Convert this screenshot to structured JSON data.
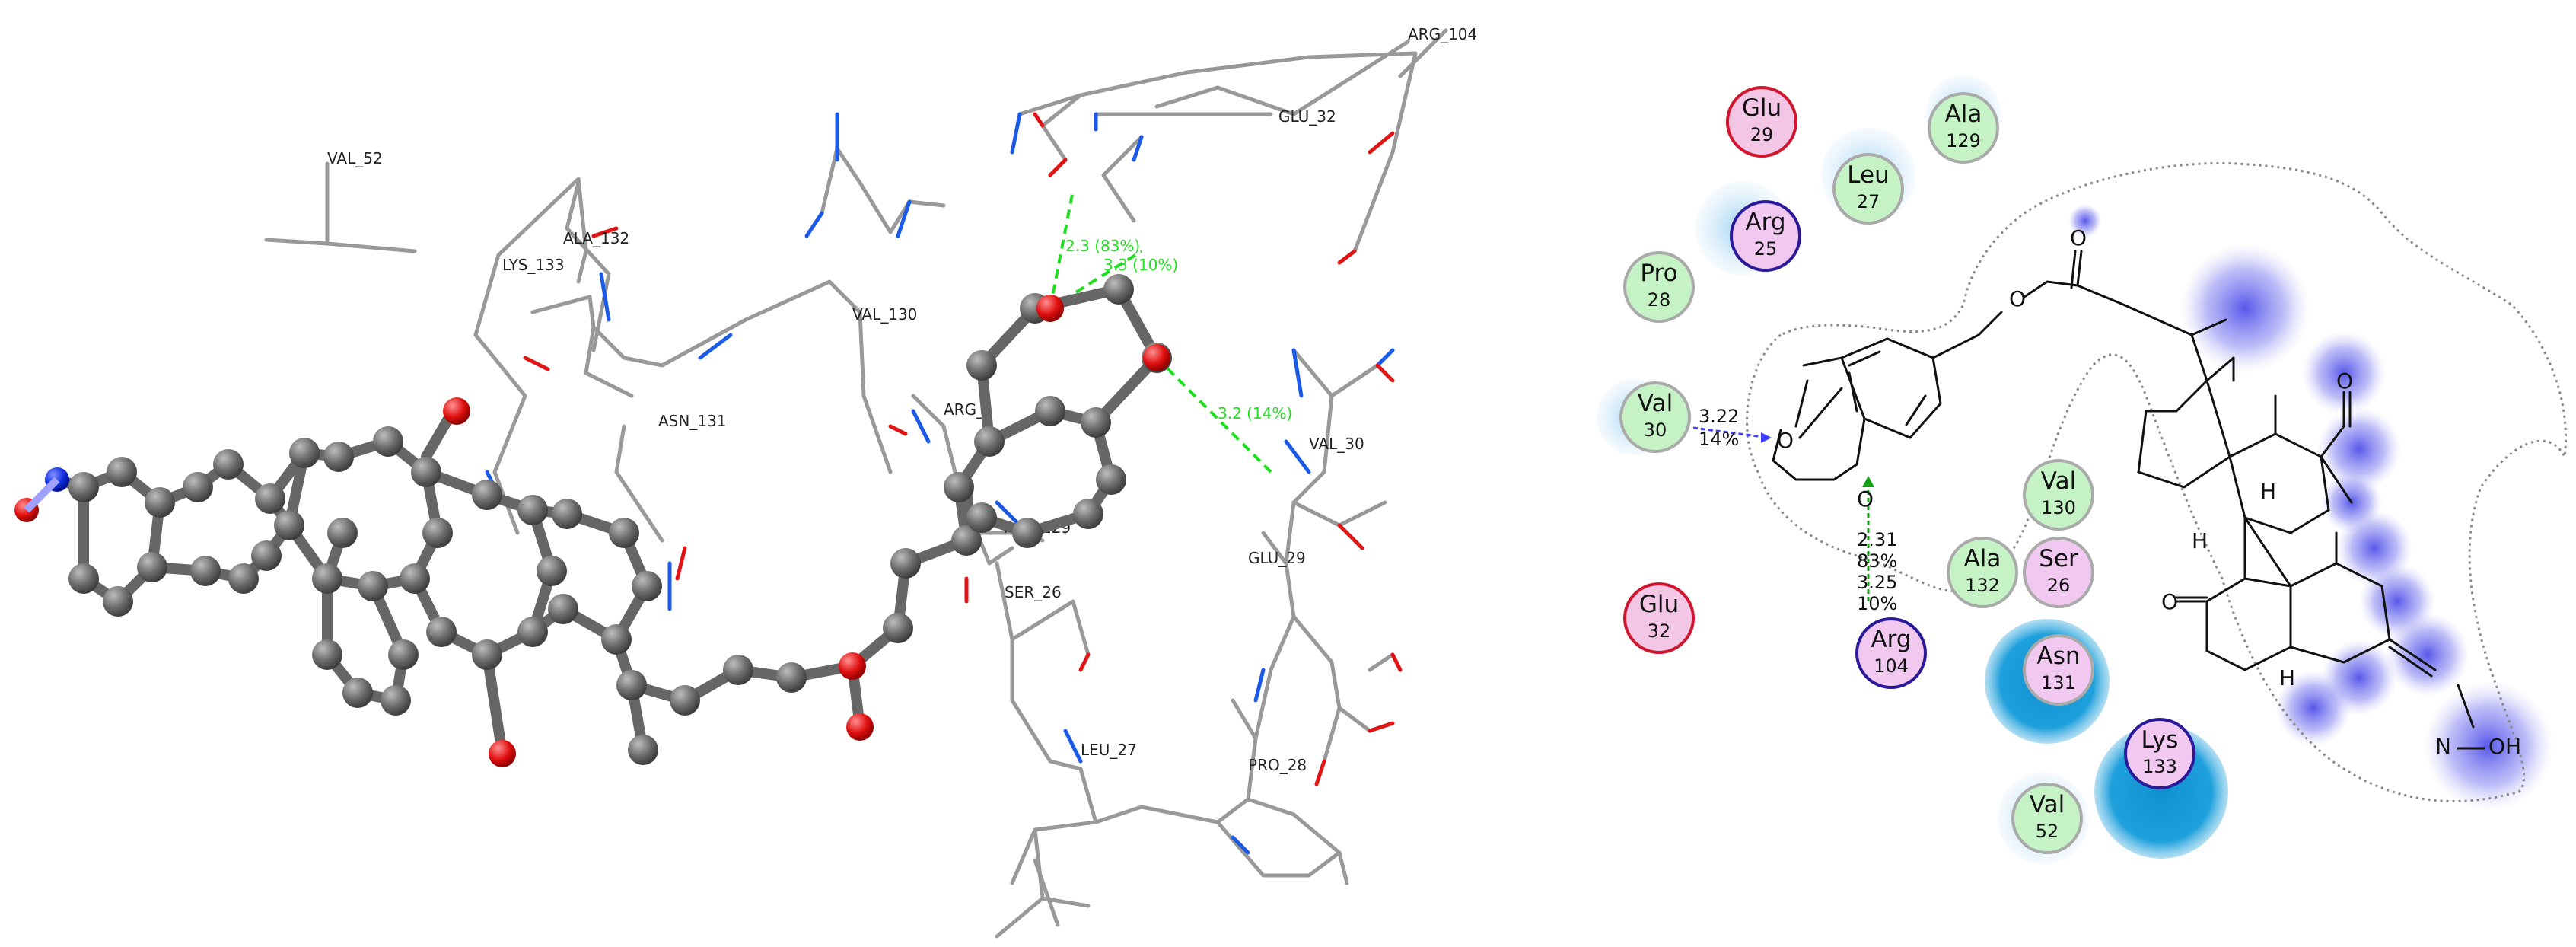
{
  "left_panel": {
    "residue_labels": [
      "ARG_104",
      "GLU_32",
      "VAL_52",
      "ALA_132",
      "LYS_133",
      "VAL_130",
      "ASN_131",
      "ARG_",
      "ALA_129",
      "VAL_30",
      "SER_26",
      "GLU_29",
      "LEU_27",
      "PRO_28"
    ],
    "hbond_labels": [
      "2.3 (83%)",
      "3.3 (10%)",
      "3.2 (14%)"
    ]
  },
  "right_panel": {
    "residues": [
      {
        "name": "Glu",
        "num": "29"
      },
      {
        "name": "Leu",
        "num": "27"
      },
      {
        "name": "Ala",
        "num": "129"
      },
      {
        "name": "Arg",
        "num": "25"
      },
      {
        "name": "Pro",
        "num": "28"
      },
      {
        "name": "Val",
        "num": "30"
      },
      {
        "name": "Val",
        "num": "130"
      },
      {
        "name": "Ala",
        "num": "132"
      },
      {
        "name": "Ser",
        "num": "26"
      },
      {
        "name": "Glu",
        "num": "32"
      },
      {
        "name": "Arg",
        "num": "104"
      },
      {
        "name": "Asn",
        "num": "131"
      },
      {
        "name": "Lys",
        "num": "133"
      },
      {
        "name": "Val",
        "num": "52"
      }
    ],
    "interactions": {
      "val30_distance": "3.22",
      "val30_occupancy": "14%",
      "arg104_distance_1": "2.31",
      "arg104_occupancy_1": "83%",
      "arg104_distance_2": "3.25",
      "arg104_occupancy_2": "10%"
    },
    "atoms": {
      "O": "O",
      "H": "H",
      "HN": "H",
      "OH": "OH",
      "N": "N"
    },
    "colors": {
      "acidic": "#f4c6e6",
      "hydrophobic": "#c6f3c6",
      "acidic_border": "#d0152e",
      "basic_border": "#2a1a9a",
      "polar_fill": "#f0c8f0",
      "solvent": "#1a9ad8",
      "ligand_halo": "#5050e8"
    }
  }
}
